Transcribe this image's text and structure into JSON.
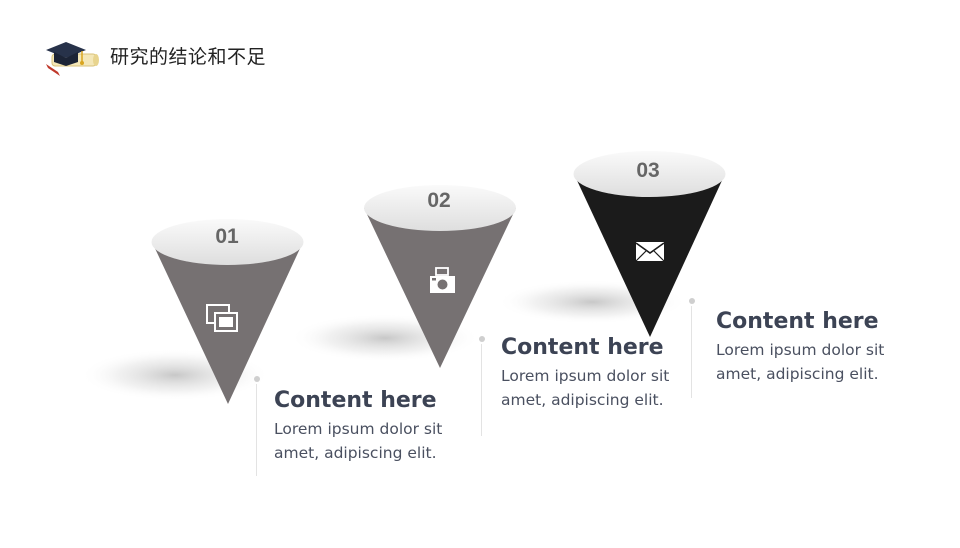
{
  "header": {
    "title": "研究的结论和不足",
    "logo_icon": "graduation-cap-diploma-icon"
  },
  "steps": [
    {
      "number": "01",
      "icon": "photos-icon",
      "cone_color": "#767172",
      "title": "Content here",
      "line1": "Lorem ipsum dolor sit",
      "line2": "amet, adipiscing elit."
    },
    {
      "number": "02",
      "icon": "camera-icon",
      "cone_color": "#767172",
      "title": "Content here",
      "line1": "Lorem ipsum dolor sit",
      "line2": "amet, adipiscing elit."
    },
    {
      "number": "03",
      "icon": "envelope-icon",
      "cone_color": "#1b1b1b",
      "title": "Content here",
      "line1": "Lorem ipsum dolor sit",
      "line2": "amet, adipiscing elit."
    }
  ],
  "colors": {
    "title_text": "#3c4354",
    "body_text": "#4a5060",
    "cone_top": "#f0f0f0",
    "number_text": "#666666"
  }
}
